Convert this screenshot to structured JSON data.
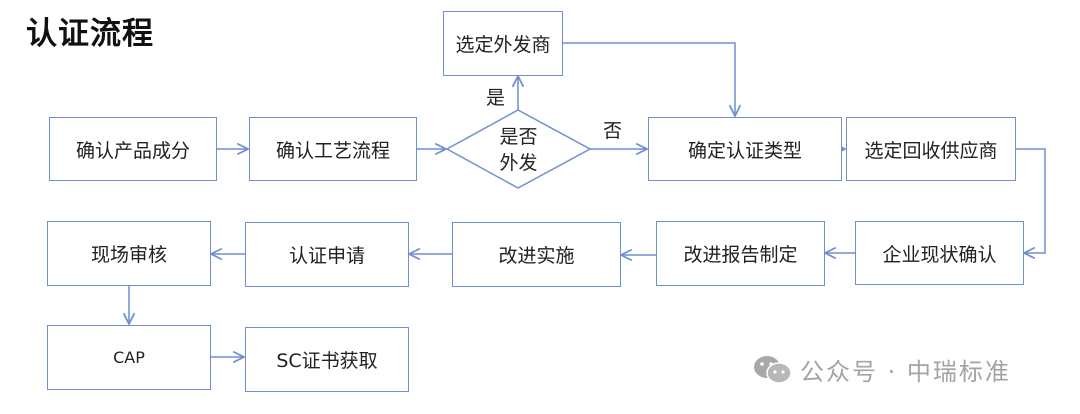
{
  "title": "认证流程",
  "nodes": {
    "confirm_product": "确认产品成分",
    "confirm_process": "确认工艺流程",
    "decision_line1": "是否",
    "decision_line2": "外发",
    "select_outsource": "选定外发商",
    "determine_type": "确定认证类型",
    "select_recycle": "选定回收供应商",
    "enterprise_status": "企业现状确认",
    "improve_report": "改进报告制定",
    "improve_implement": "改进实施",
    "cert_apply": "认证申请",
    "onsite_audit": "现场审核",
    "cap": "CAP",
    "sc_cert": "SC证书获取"
  },
  "edge_labels": {
    "yes": "是",
    "no": "否"
  },
  "watermark": {
    "icon": "wechat-icon",
    "text": "公众号 · 中瑞标准"
  },
  "colors": {
    "line": "#6f8fcf",
    "text": "#222222",
    "watermark": "#a3a3a3"
  }
}
